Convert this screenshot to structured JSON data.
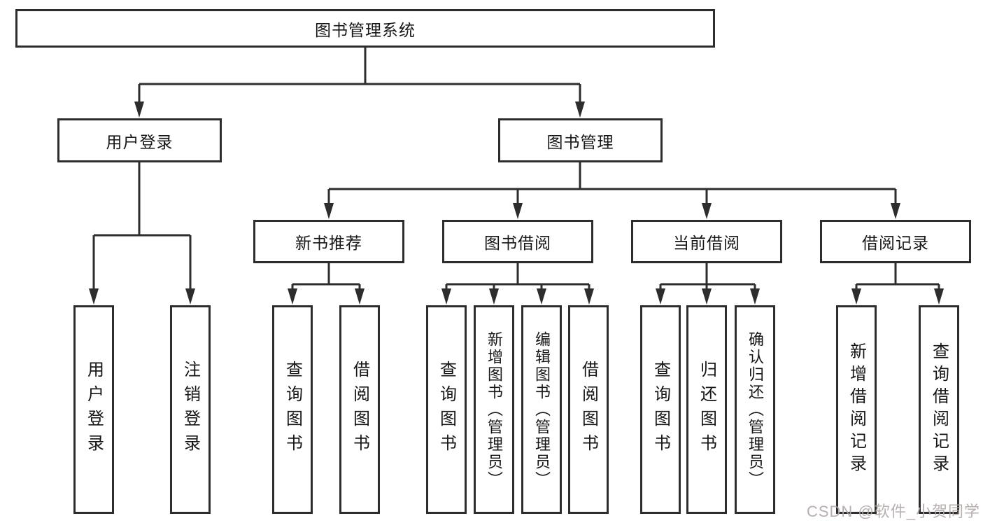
{
  "tree": {
    "label": "图书管理系统",
    "children": [
      {
        "label": "用户登录",
        "children": [
          {
            "label": "用户登录"
          },
          {
            "label": "注销登录"
          }
        ]
      },
      {
        "label": "图书管理",
        "children": [
          {
            "label": "新书推荐",
            "children": [
              {
                "label": "查询图书"
              },
              {
                "label": "借阅图书"
              }
            ]
          },
          {
            "label": "图书借阅",
            "children": [
              {
                "label": "查询图书"
              },
              {
                "label": "新增图书（管理员）"
              },
              {
                "label": "编辑图书（管理员）"
              },
              {
                "label": "借阅图书"
              }
            ]
          },
          {
            "label": "当前借阅",
            "children": [
              {
                "label": "查询图书"
              },
              {
                "label": "归还图书"
              },
              {
                "label": "确认归还（管理员）"
              }
            ]
          },
          {
            "label": "借阅记录",
            "children": [
              {
                "label": "新增借阅记录"
              },
              {
                "label": "查询借阅记录"
              }
            ]
          }
        ]
      }
    ]
  },
  "watermark": {
    "text": "CSDN @软件_小贺同学"
  },
  "colors": {
    "line": "#2d2d2d",
    "text": "#161616",
    "background": "#ffffff",
    "watermark": "#b2a8a8"
  }
}
